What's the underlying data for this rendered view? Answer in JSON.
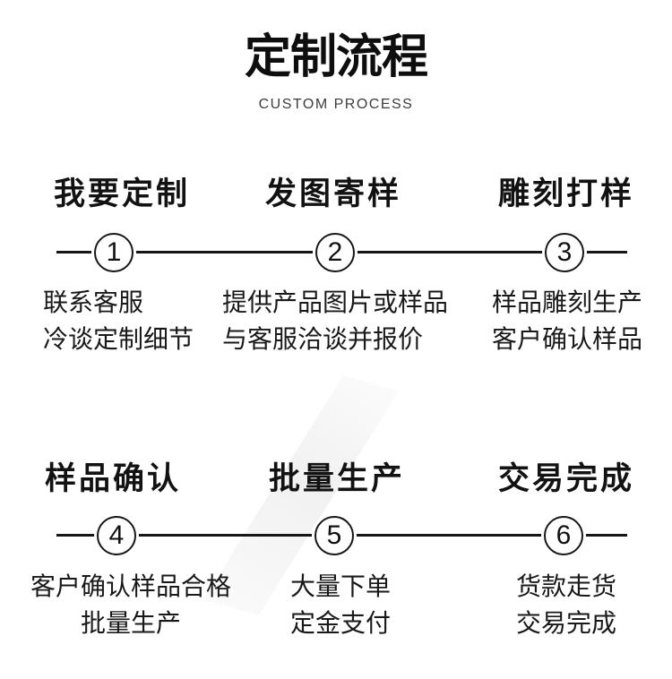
{
  "header": {
    "title": "定制流程",
    "subtitle": "CUSTOM PROCESS"
  },
  "steps": [
    {
      "number": "1",
      "title": "我要定制",
      "desc1": "联系客服",
      "desc2": "冷谈定制细节"
    },
    {
      "number": "2",
      "title": "发图寄样",
      "desc1": "提供产品图片或样品",
      "desc2": "与客服洽谈并报价"
    },
    {
      "number": "3",
      "title": "雕刻打样",
      "desc1": "样品雕刻生产",
      "desc2": "客户确认样品"
    },
    {
      "number": "4",
      "title": "样品确认",
      "desc1": "客户确认样品合格",
      "desc2": "批量生产"
    },
    {
      "number": "5",
      "title": "批量生产",
      "desc1": "大量下单",
      "desc2": "定金支付"
    },
    {
      "number": "6",
      "title": "交易完成",
      "desc1": "货款走货",
      "desc2": "交易完成"
    }
  ],
  "colors": {
    "text": "#161616",
    "line": "#161616",
    "background": "#ffffff",
    "watermark_streak": "#f1f1f1"
  }
}
